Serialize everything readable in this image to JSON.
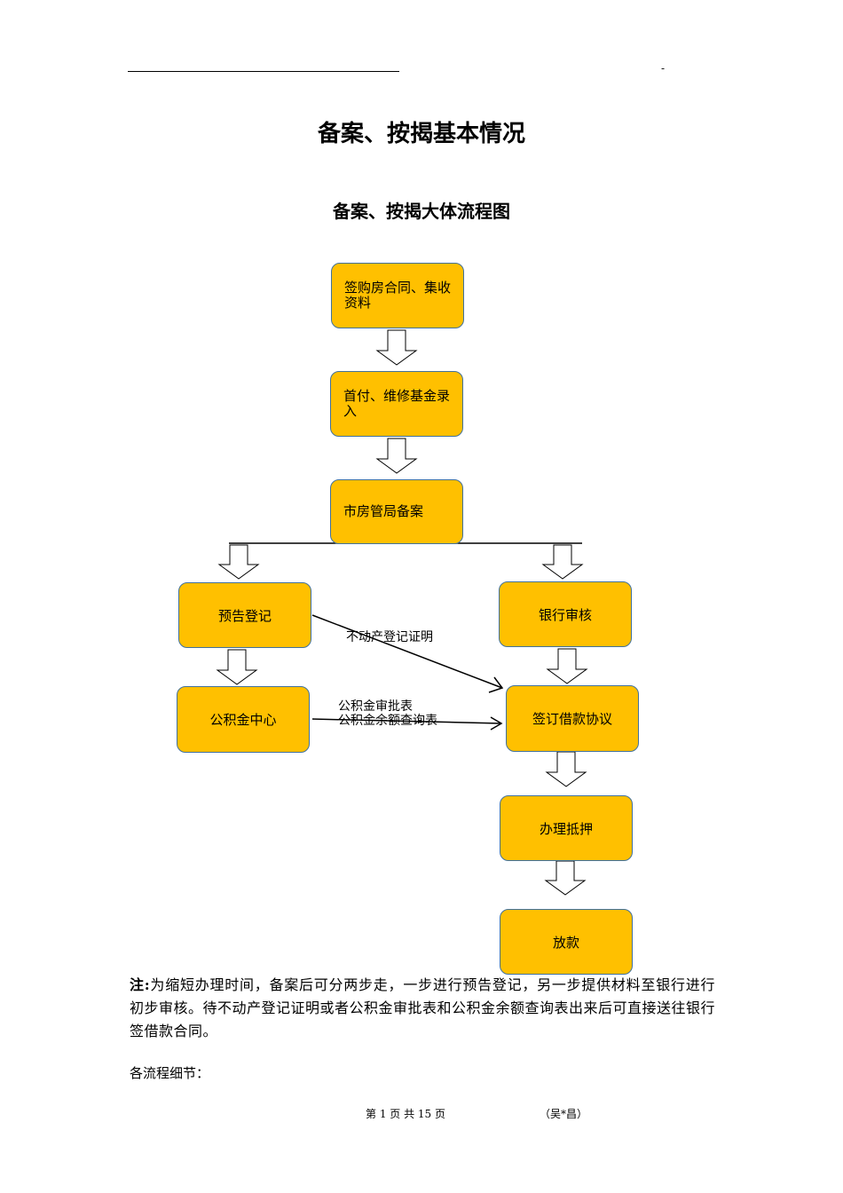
{
  "header": {
    "mark": "-"
  },
  "title": "备案、按揭基本情况",
  "subtitle": "备案、按揭大体流程图",
  "flowchart": {
    "nodes": {
      "sign_contract": "签购房合同、集收资料",
      "down_payment": "首付、维修基金录入",
      "bureau_filing": "市房管局备案",
      "pre_registration": "预告登记",
      "bank_review": "银行审核",
      "fund_center": "公积金中心",
      "loan_agreement": "签订借款协议",
      "mortgage": "办理抵押",
      "disbursement": "放款"
    },
    "edge_labels": {
      "property_certificate": "不动产登记证明",
      "fund_approval": "公积金审批表",
      "fund_balance": "公积金余额查询表"
    },
    "colors": {
      "box_fill": "#FFC000",
      "box_border": "#41719C"
    }
  },
  "note": {
    "label": "注:",
    "text": "为缩短办理时间，备案后可分两步走，一步进行预告登记，另一步提供材料至银行进行初步审核。待不动产登记证明或者公积金审批表和公积金余额查询表出来后可直接送往银行签借款合同。"
  },
  "details_heading": "各流程细节：",
  "footer": {
    "page": "第 1 页 共 15 页",
    "author": "（吴*昌）"
  }
}
